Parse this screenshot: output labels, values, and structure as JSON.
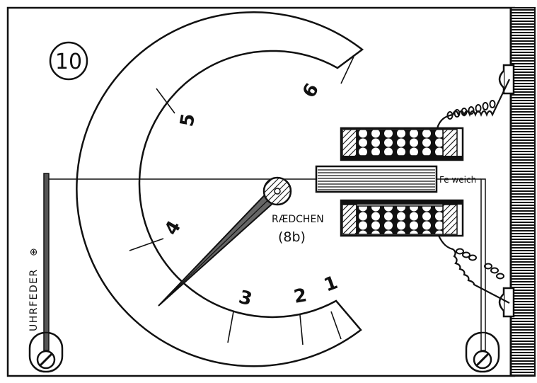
{
  "figure_number": "10",
  "labels": {
    "hairspring": "UHRFEDER",
    "hairspring_symbol": "⊕",
    "wheel": "RÆDCHEN",
    "wheel_ref": "(8b)",
    "soft_iron": "Fe weich"
  },
  "scale": {
    "marks": [
      "1",
      "2",
      "3",
      "4",
      "5",
      "6"
    ]
  },
  "icons": {
    "hairspring_screw": "screw-icon",
    "contact_screw": "screw-icon",
    "pivot": "hatched-wheel-icon"
  }
}
